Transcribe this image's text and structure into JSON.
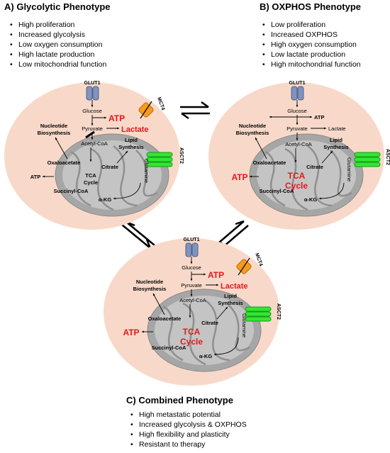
{
  "panels": {
    "a": {
      "title": "A) Glycolytic Phenotype",
      "bullets": [
        "High proliferation",
        "Increased glycolysis",
        "Low oxygen consumption",
        "High lactate production",
        "Low mitochondrial function"
      ]
    },
    "b": {
      "title": "B) OXPHOS Phenotype",
      "bullets": [
        "Low proliferation",
        "Increased OXPHOS",
        "High oxygen consumption",
        "Low lactate production",
        "High mitochondrial function"
      ]
    },
    "c": {
      "title": "C) Combined Phenotype",
      "bullets": [
        "High metastatic potential",
        "Increased glycolysis & OXPHOS",
        "High flexibility and plasticity",
        "Resistant to therapy"
      ]
    }
  },
  "labels": {
    "glut1": "GLUT1",
    "mct4": "MCT4",
    "asct2": "ASCT2",
    "glucose": "Glucose",
    "pyruvate": "Pyruvate",
    "acetyl_coa": "Acetyl-CoA",
    "lactate": "Lactate",
    "atp": "ATP",
    "nucleotide": "Nucleotide",
    "biosynthesis": "Biosynthesis",
    "lipid": "Lipid",
    "synthesis": "Synthesis",
    "oxaloacetate": "Oxaloacetate",
    "citrate": "Citrate",
    "tca": "TCA",
    "cycle": "Cycle",
    "succinyl": "Succinyl-CoA",
    "akg": "α-KG",
    "glutamine": "Glutamine"
  },
  "colors": {
    "cell": "#f8d9c9",
    "mito_outer": "#a6a6a6",
    "mito_inner": "#c4c4c4",
    "mito_crista": "#8f8f8f",
    "glut1": "#7f93bd",
    "mct4": "#f59a1d",
    "asct2": "#33e633",
    "highlight": "#e8161b"
  }
}
